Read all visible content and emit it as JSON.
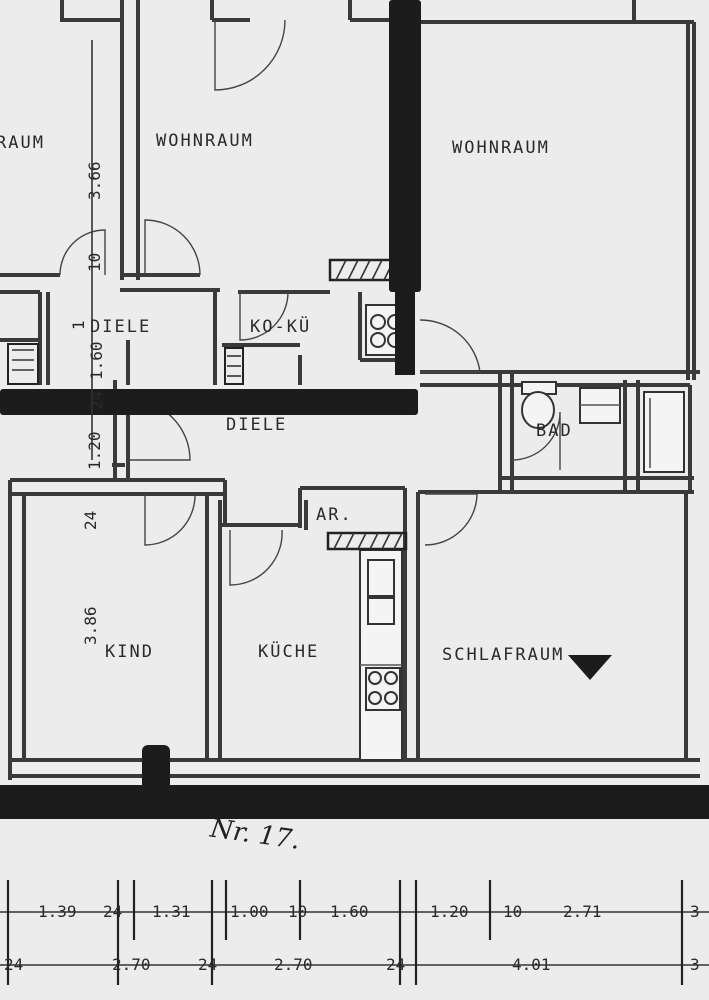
{
  "rooms": {
    "raum_left": "RAUM",
    "wohnraum_1": "WOHNRAUM",
    "wohnraum_2": "WOHNRAUM",
    "diele_1": "DIELE",
    "ko_ku": "KO-KÜ",
    "diele_2": "DIELE",
    "bad": "BAD",
    "ar": "AR.",
    "kind": "KIND",
    "kueche": "KÜCHE",
    "schlafraum": "SCHLAFRAUM"
  },
  "dims_vertical": {
    "d366": "3.66",
    "d10": "10",
    "d1": "1",
    "d160": "1.60",
    "d24a": "24",
    "d120": "1.20",
    "d24b": "24",
    "d386": "3.86"
  },
  "dims_row1": [
    "1.39",
    "24",
    "1.31",
    "1.00",
    "10",
    "1.60",
    "1.20",
    "10",
    "2.71",
    "3"
  ],
  "dims_row2": [
    "24",
    "2.70",
    "24",
    "2.70",
    "24",
    "4.01",
    "3"
  ],
  "signature": "Nr. 17."
}
